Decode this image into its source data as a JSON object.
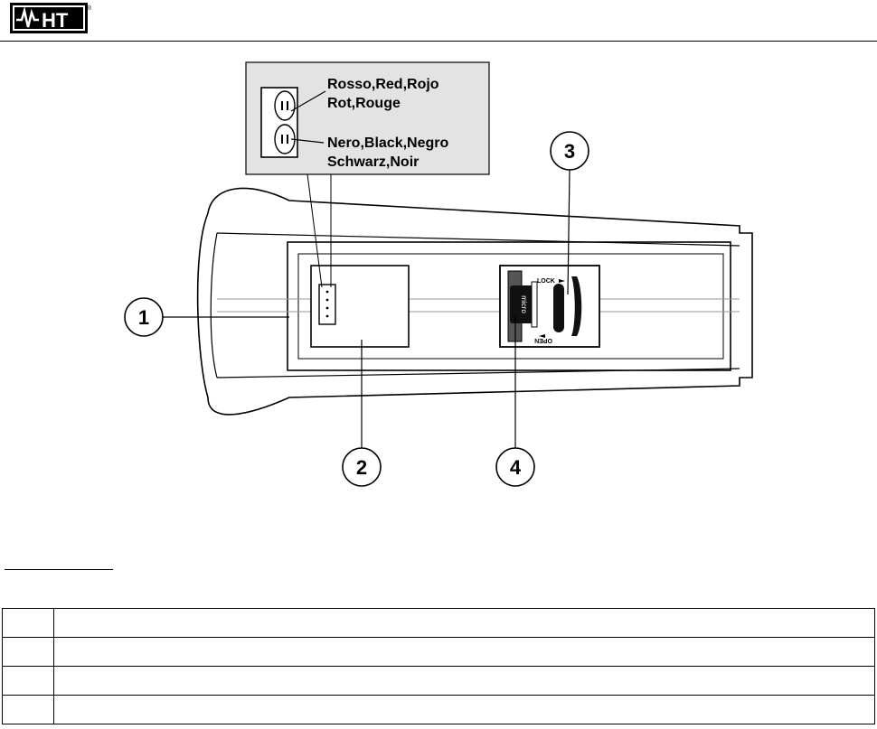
{
  "header": {
    "logo_text": "HT",
    "logo_mark": "®"
  },
  "figure": {
    "callout_red": [
      "Rosso,Red,Rojo",
      "Rot,Rouge"
    ],
    "callout_black": [
      "Nero,Black,Negro",
      "Schwarz,Noir"
    ],
    "slot_lock_label": "LOCK",
    "slot_open_label": "OPEN",
    "slot_card_label": "micro",
    "markers": [
      "1",
      "2",
      "3",
      "4"
    ]
  },
  "legend": {
    "rows": [
      {
        "num": "",
        "text": ""
      },
      {
        "num": "",
        "text": ""
      },
      {
        "num": "",
        "text": ""
      },
      {
        "num": "",
        "text": ""
      }
    ]
  }
}
